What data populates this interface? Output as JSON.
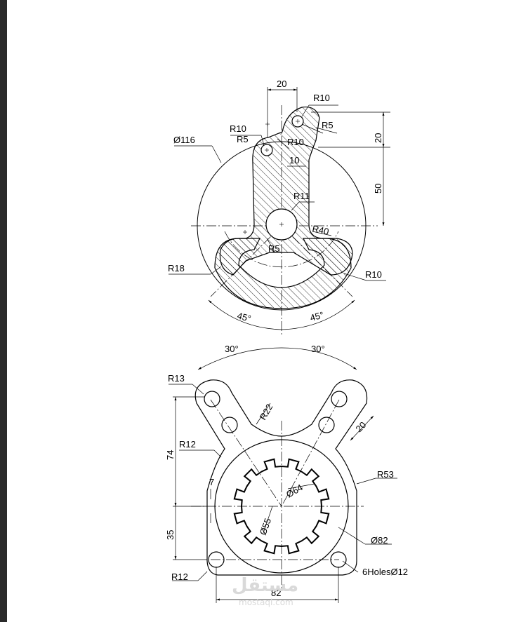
{
  "top_view": {
    "dims": {
      "d20_top": "20",
      "r10_a": "R10",
      "r5_a": "R5",
      "r10_b": "R10",
      "r5_b": "R5",
      "r10_c": "R10",
      "d116": "Ø116",
      "d10": "10",
      "v20": "20",
      "v50": "50",
      "r11": "R11",
      "r40": "R40",
      "r5_c": "R5",
      "r18": "R18",
      "r10_d": "R10",
      "a45_left": "45°",
      "a45_right": "45°"
    }
  },
  "bottom_view": {
    "dims": {
      "a30_left": "30°",
      "a30_right": "30°",
      "r13": "R13",
      "r22": "R22",
      "d20": "20",
      "r12_mid": "R12",
      "v74": "74",
      "v7": "7",
      "d64": "Ø64",
      "r53": "R53",
      "d55": "Ø55",
      "v35": "35",
      "d82_circle": "Ø82",
      "r12_bottom": "R12",
      "holes": "6HolesØ12",
      "h82": "82"
    }
  },
  "watermark": {
    "arabic": "مستقل",
    "latin": "mostaql.com"
  }
}
